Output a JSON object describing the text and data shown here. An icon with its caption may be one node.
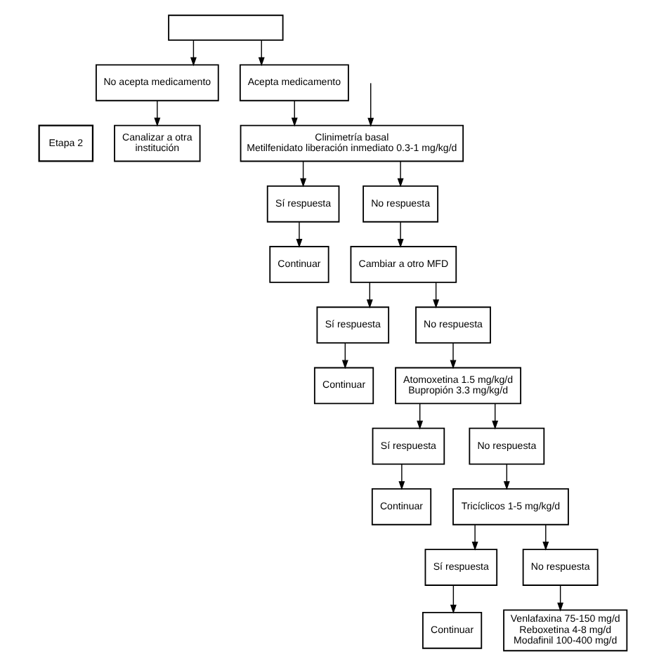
{
  "diagram": {
    "nodes": [
      {
        "text": [],
        "shape": "box"
      },
      {
        "text": [
          "No acepta medicamento"
        ]
      },
      {
        "text": [
          "Acepta medicamento"
        ]
      },
      {
        "text": [
          "Etapa 2"
        ]
      },
      {
        "text": [
          "Canalizar a otra institución"
        ]
      },
      {
        "text": [
          "Clinimetría basal",
          "Metilfenidato liberación inmediato 0.3-1 mg/kg/d"
        ]
      },
      {
        "text": [
          "Sí respuesta"
        ]
      },
      {
        "text": [
          "No respuesta"
        ]
      },
      {
        "text": [
          "Continuar"
        ]
      },
      {
        "text": [
          "Cambiar a otro MFD"
        ]
      },
      {
        "text": [
          "Sí respuesta"
        ]
      },
      {
        "text": [
          "No respuesta"
        ]
      },
      {
        "text": [
          "Continuar"
        ]
      },
      {
        "text": [
          "Atomoxetina 1.5 mg/kg/d Bupropión 3.3 mg/kg/d"
        ]
      },
      {
        "text": [
          "Sí respuesta"
        ]
      },
      {
        "text": [
          "No respuesta"
        ]
      },
      {
        "text": [
          "Continuar"
        ]
      },
      {
        "text": [
          "Tricíclicos 1-5 mg/kg/d"
        ]
      },
      {
        "text": [
          "Sí respuesta"
        ]
      },
      {
        "text": [
          "No respuesta"
        ]
      },
      {
        "text": [
          "Continuar"
        ]
      },
      {
        "text": [
          "Venlafaxina 75-150 mg/d Reboxetina 4-8 mg/d Modafinil 100-400 mg/d"
        ]
      }
    ],
    "edges": [
      {
        "from": 0,
        "to": 1,
        "arrow": "to"
      },
      {
        "from": 0,
        "to": 2,
        "arrow": "to"
      },
      {
        "from": 1,
        "to": 4,
        "arrow": "to"
      },
      {
        "from": 2,
        "to": 5,
        "arrow": "to"
      },
      {
        "from": null,
        "to": 5,
        "arrow": "to"
      },
      {
        "from": 5,
        "to": 6,
        "arrow": "to"
      },
      {
        "from": 5,
        "to": 7,
        "arrow": "to"
      },
      {
        "from": 6,
        "to": 8,
        "arrow": "to"
      },
      {
        "from": 7,
        "to": 9,
        "arrow": "to"
      },
      {
        "from": 9,
        "to": 10,
        "arrow": "to"
      },
      {
        "from": 9,
        "to": 11,
        "arrow": "to"
      },
      {
        "from": 10,
        "to": 12,
        "arrow": "to"
      },
      {
        "from": 11,
        "to": 13,
        "arrow": "to"
      },
      {
        "from": 13,
        "to": 14,
        "arrow": "to"
      },
      {
        "from": 13,
        "to": 15,
        "arrow": "to"
      },
      {
        "from": 14,
        "to": 16,
        "arrow": "to"
      },
      {
        "from": 15,
        "to": 17,
        "arrow": "to"
      },
      {
        "from": 17,
        "to": 18,
        "arrow": "to"
      },
      {
        "from": 17,
        "to": 19,
        "arrow": "to"
      },
      {
        "from": 18,
        "to": 20,
        "arrow": "to"
      },
      {
        "from": 19,
        "to": 21,
        "arrow": "to"
      }
    ]
  }
}
